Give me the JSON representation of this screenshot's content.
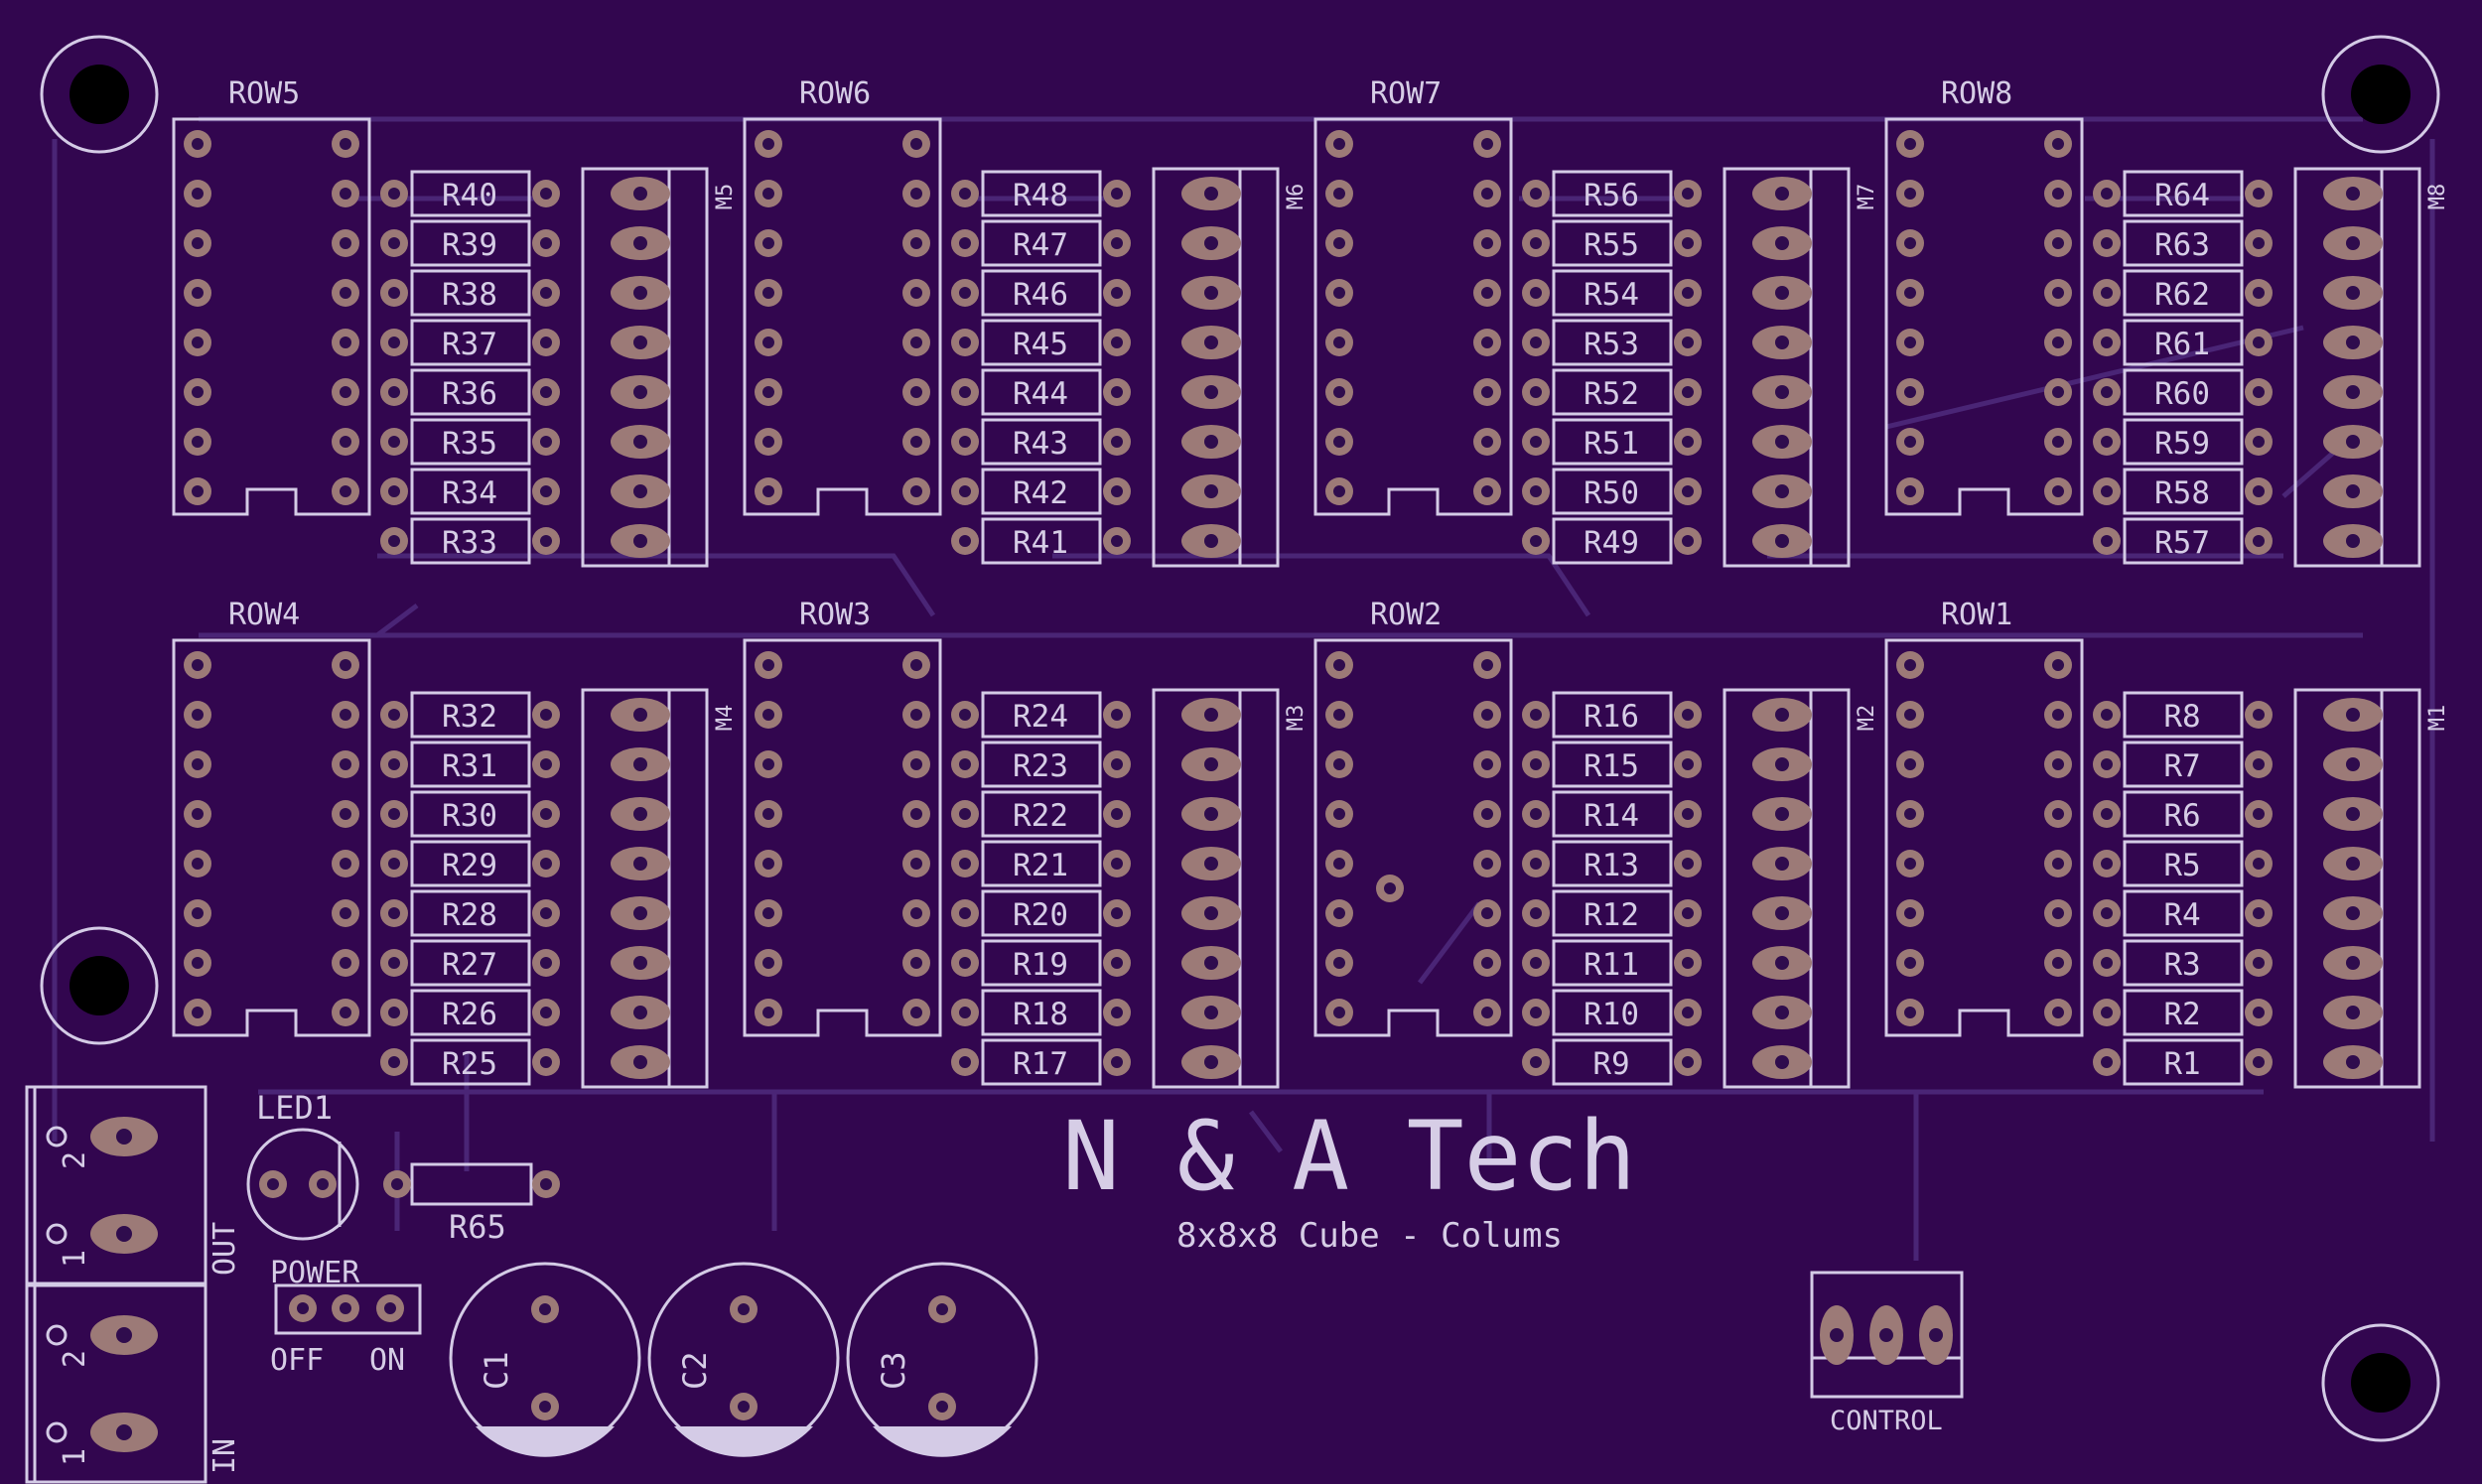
{
  "board": {
    "title": "N & A Tech",
    "subtitle": "8x8x8 Cube - Colums",
    "colors": {
      "substrate": "#32064f",
      "trace": "#4a2576",
      "silkscreen": "#d4cbe6",
      "copper": "#9c7a77",
      "drill": "#2f0c4d",
      "mount_hole": "#000000"
    }
  },
  "rows_top": [
    "ROW5",
    "ROW6",
    "ROW7",
    "ROW8"
  ],
  "rows_bottom": [
    "ROW4",
    "ROW3",
    "ROW2",
    "ROW1"
  ],
  "modules_top": [
    "M5",
    "M6",
    "M7",
    "M8"
  ],
  "modules_bottom": [
    "M4",
    "M3",
    "M2",
    "M1"
  ],
  "resistors_top": [
    [
      "R40",
      "R39",
      "R38",
      "R37",
      "R36",
      "R35",
      "R34",
      "R33"
    ],
    [
      "R48",
      "R47",
      "R46",
      "R45",
      "R44",
      "R43",
      "R42",
      "R41"
    ],
    [
      "R56",
      "R55",
      "R54",
      "R53",
      "R52",
      "R51",
      "R50",
      "R49"
    ],
    [
      "R64",
      "R63",
      "R62",
      "R61",
      "R60",
      "R59",
      "R58",
      "R57"
    ]
  ],
  "resistors_bottom": [
    [
      "R32",
      "R31",
      "R30",
      "R29",
      "R28",
      "R27",
      "R26",
      "R25"
    ],
    [
      "R24",
      "R23",
      "R22",
      "R21",
      "R20",
      "R19",
      "R18",
      "R17"
    ],
    [
      "R16",
      "R15",
      "R14",
      "R13",
      "R12",
      "R11",
      "R10",
      "R9"
    ],
    [
      "R8",
      "R7",
      "R6",
      "R5",
      "R4",
      "R3",
      "R2",
      "R1"
    ]
  ],
  "power_section": {
    "led_label": "LED1",
    "resistor_label": "R65",
    "switch_label": "POWER",
    "switch_off": "OFF",
    "switch_on": "ON",
    "terminal_out": "OUT",
    "terminal_in": "IN",
    "pin_2": "2",
    "pin_1": "1",
    "capacitors": [
      "C1",
      "C2",
      "C3"
    ],
    "control_label": "CONTROL"
  }
}
